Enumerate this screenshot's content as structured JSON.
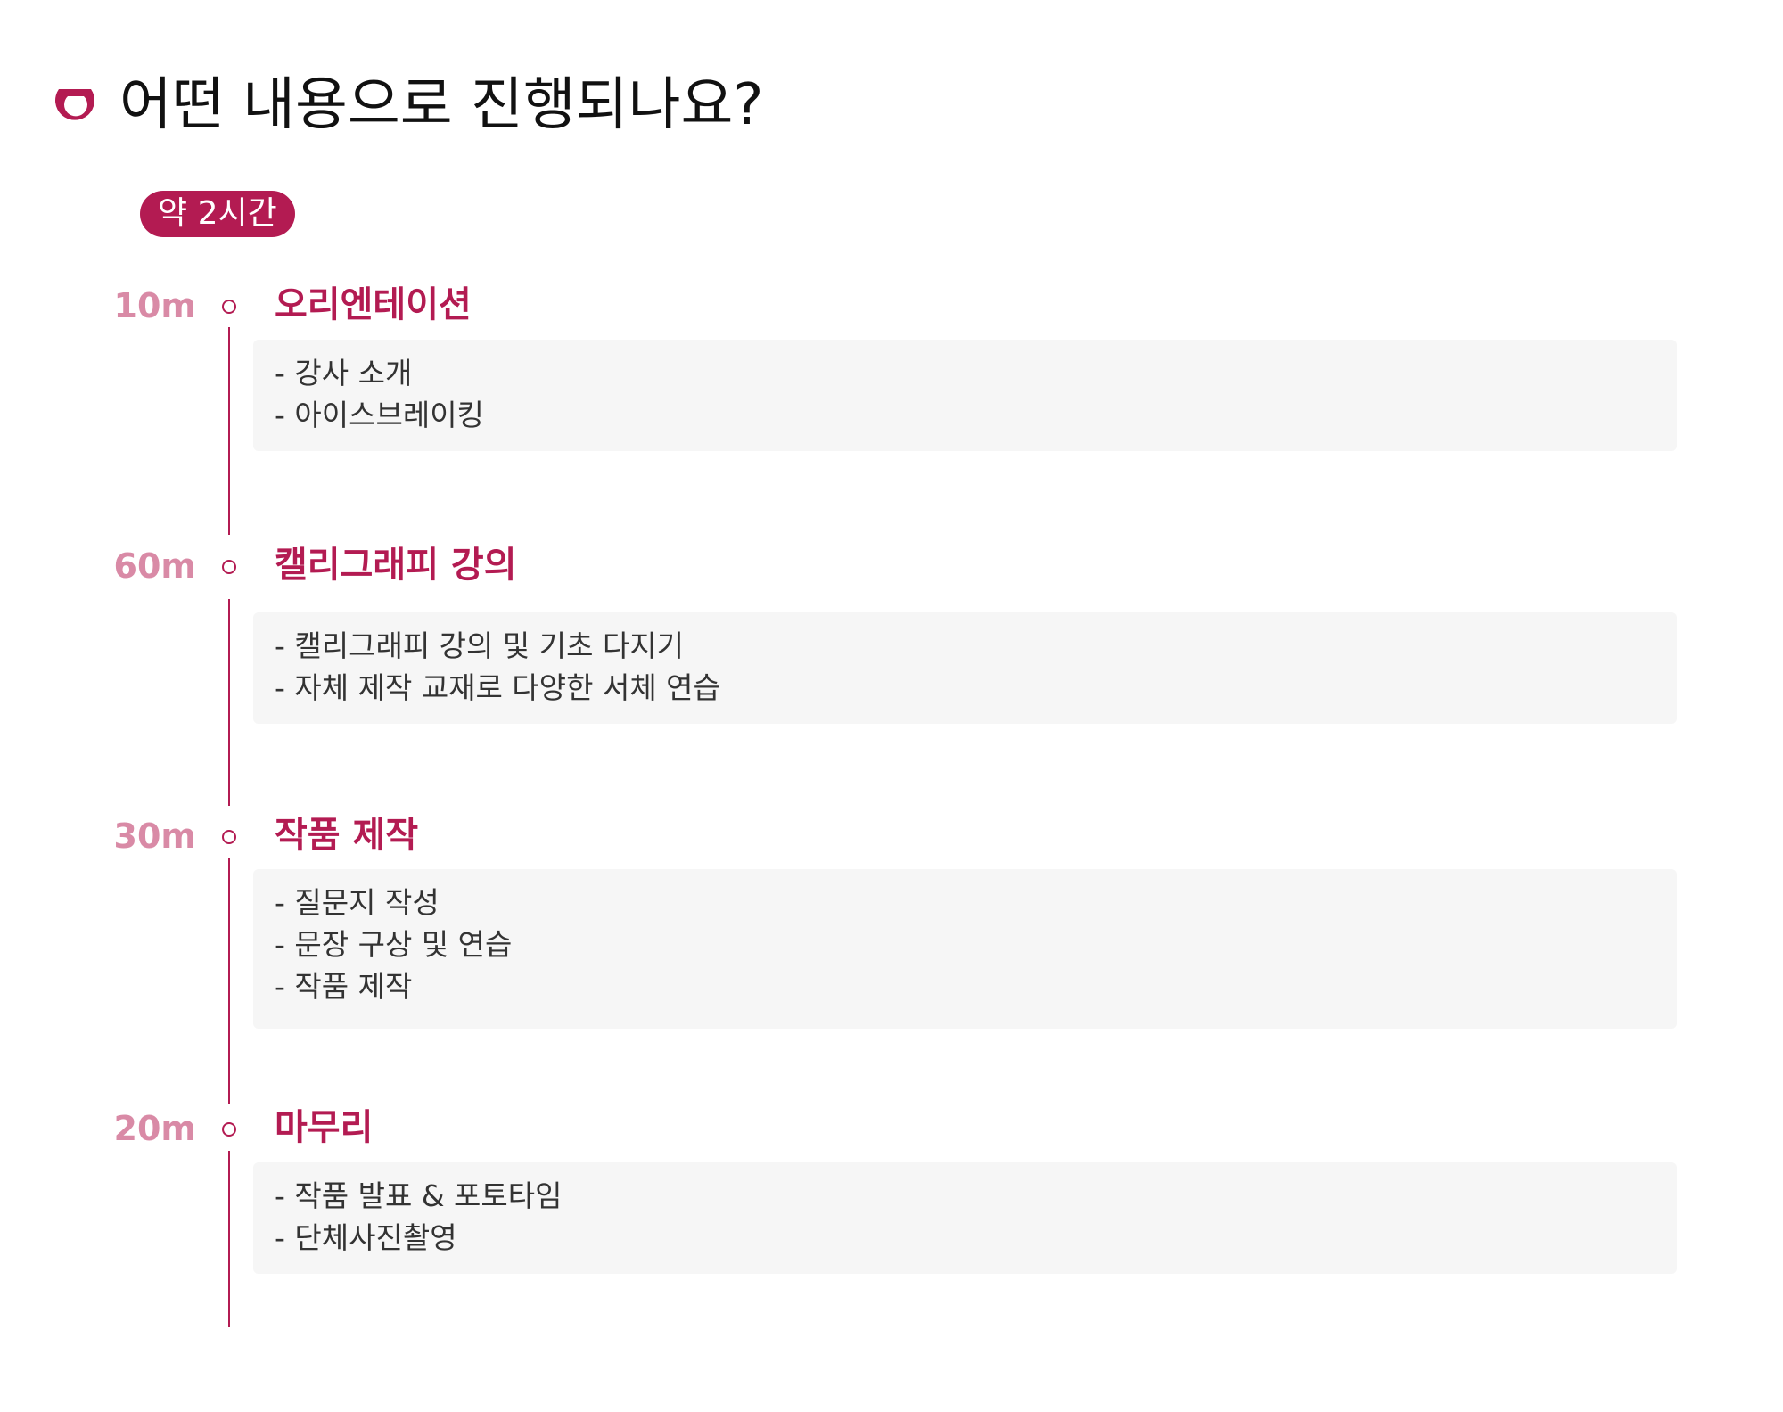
{
  "header": {
    "logo_icon": "brand-ring-icon",
    "title": "어떤 내용으로 진행되나요?"
  },
  "badge": {
    "label": "약 2시간"
  },
  "colors": {
    "accent": "#b31b52",
    "time_label": "#d98aa6",
    "box_background": "#f6f6f6"
  },
  "sections": [
    {
      "time": "10m",
      "title": "오리엔테이션",
      "items": [
        "- 강사 소개",
        "- 아이스브레이킹"
      ]
    },
    {
      "time": "60m",
      "title": "캘리그래피 강의",
      "items": [
        "- 캘리그래피 강의 및 기초 다지기",
        "- 자체 제작 교재로 다양한 서체 연습"
      ]
    },
    {
      "time": "30m",
      "title": "작품 제작",
      "items": [
        "- 질문지 작성",
        "- 문장 구상 및 연습",
        "- 작품 제작"
      ]
    },
    {
      "time": "20m",
      "title": "마무리",
      "items": [
        "- 작품 발표 & 포토타임",
        "- 단체사진촬영"
      ]
    }
  ]
}
